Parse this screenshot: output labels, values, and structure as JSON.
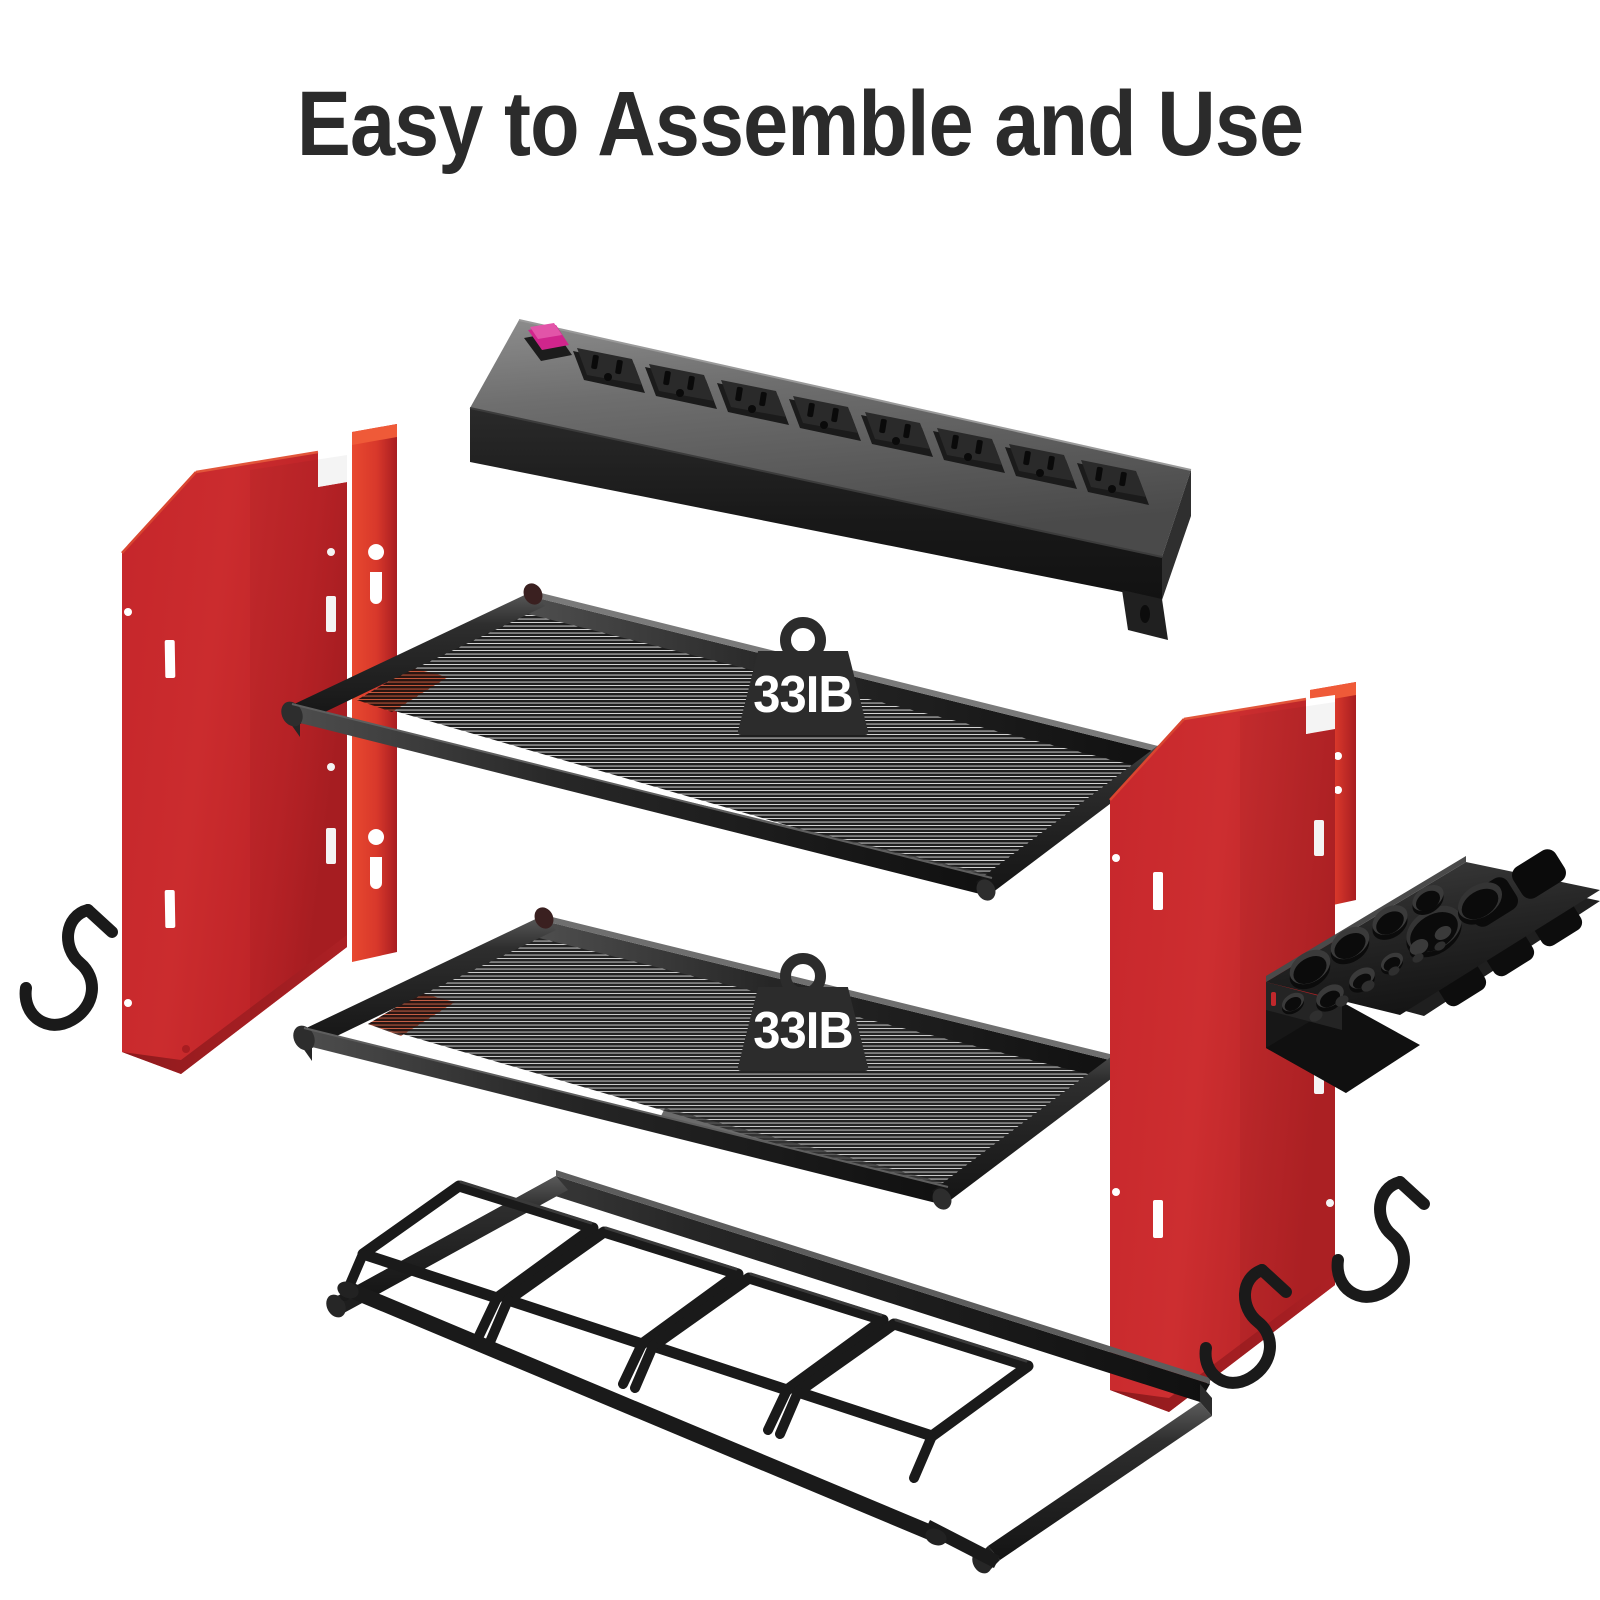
{
  "heading": {
    "text": "Easy to Assemble and Use"
  },
  "colors": {
    "background": "#ffffff",
    "title": "#2b2b2b",
    "panel_red": "#c8282c",
    "panel_red_light": "#e0452e",
    "panel_red_dark": "#9d1f23",
    "metal_black": "#1d1d1d",
    "metal_black_light": "#3a3a3a",
    "metal_gray": "#6b6b6b",
    "mesh_light": "#d8d8d8",
    "switch_magenta": "#d0258c",
    "badge_body": "#2c2c2c",
    "badge_text": "#ffffff"
  },
  "badges": [
    {
      "label": "33IB",
      "name": "upper-shelf-capacity"
    },
    {
      "label": "33IB",
      "name": "lower-shelf-capacity"
    }
  ],
  "parts": [
    {
      "id": "power-strip",
      "label": "Power strip with 8 outlets and switch"
    },
    {
      "id": "left-side-panel",
      "label": "Left red side panel"
    },
    {
      "id": "right-side-panel",
      "label": "Right red side panel"
    },
    {
      "id": "upper-mesh-shelf",
      "label": "Upper mesh shelf"
    },
    {
      "id": "lower-mesh-shelf",
      "label": "Lower mesh shelf"
    },
    {
      "id": "drill-holder-rack",
      "label": "Wire drill holder rack"
    },
    {
      "id": "bit-holder-tray",
      "label": "Drill bit and socket holder tray"
    },
    {
      "id": "s-hook-left",
      "label": "Left S hook"
    },
    {
      "id": "s-hook-right-upper",
      "label": "Right upper S hook"
    },
    {
      "id": "s-hook-right-lower",
      "label": "Right lower S hook"
    }
  ],
  "power_strip": {
    "outlet_count": 8,
    "switch_color": "#d0258c"
  },
  "drill_rack": {
    "loop_count": 4
  }
}
